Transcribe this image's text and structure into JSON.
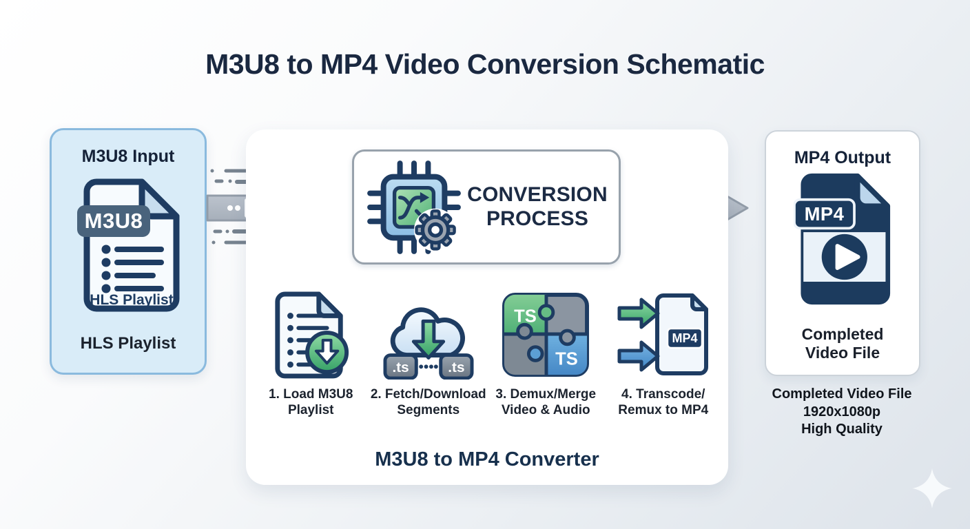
{
  "title": "M3U8 to MP4 Video Conversion Schematic",
  "input_panel": {
    "title": "M3U8 Input",
    "file_badge": "M3U8",
    "file_text": "HLS Playlist",
    "caption": "HLS Playlist"
  },
  "process_panel": {
    "box_title_lines": [
      "CONVERSION",
      "PROCESS"
    ],
    "steps": [
      {
        "icon": "playlist-download-icon",
        "lines": [
          "1. Load M3U8",
          "Playlist"
        ]
      },
      {
        "icon": "cloud-download-segments-icon",
        "lines": [
          "2. Fetch/Download",
          "Segments"
        ],
        "badges": [
          ".ts",
          ".ts"
        ]
      },
      {
        "icon": "puzzle-merge-icon",
        "lines": [
          "3. Demux/Merge",
          "Video & Audio"
        ],
        "badges": [
          "TS",
          "TS"
        ]
      },
      {
        "icon": "transcode-arrows-file-icon",
        "lines": [
          "4. Transcode/",
          "Remux to MP4"
        ],
        "badges": [
          "MP4"
        ]
      }
    ],
    "caption": "M3U8 to MP4 Converter"
  },
  "output_panel": {
    "title": "MP4 Output",
    "file_badge": "MP4",
    "caption_lines": [
      "Completed",
      "Video File"
    ],
    "details": [
      "Completed Video File",
      "1920x1080p",
      "High Quality"
    ]
  },
  "icons": {
    "input_file": "m3u8-playlist-file-icon",
    "flow": "data-flow-arrow-icon",
    "processor": "chip-gear-icon",
    "output_file": "mp4-play-file-icon",
    "decoration": "sparkle-icon"
  },
  "colors": {
    "title_text": "#1a2840",
    "navy_outline": "#1e3c62",
    "input_panel_bg": "#d9ecf8",
    "input_panel_border": "#8abade",
    "green": "#4fae74",
    "blue": "#4a8ec9",
    "gray": "#8b95a1",
    "arrow_gray": "#a6afbb",
    "badge_slate": "#49637c"
  }
}
